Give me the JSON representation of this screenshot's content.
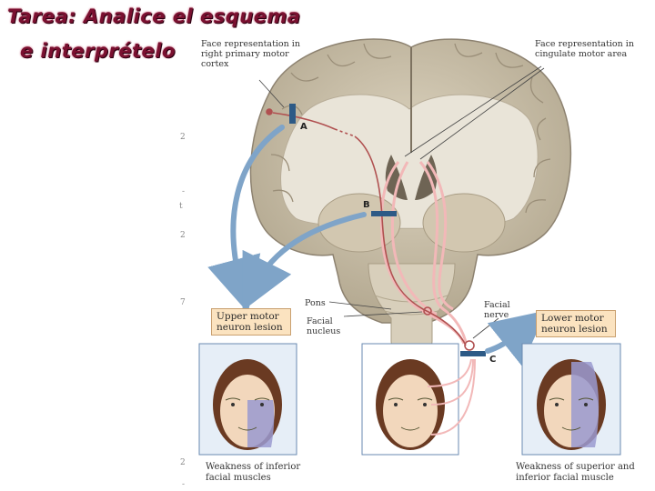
{
  "title": {
    "line1": "Tarea: Analice el esquema",
    "line2": "e interprételo"
  },
  "labels": {
    "face_primary_motor": "Face representation in right primary motor cortex",
    "face_cingulate": "Face representation in cingulate motor area",
    "pons": "Pons",
    "facial_nucleus": "Facial nucleus",
    "facial_nerve": "Facial nerve"
  },
  "lesion_sites": {
    "a": "A",
    "b": "B",
    "c": "C"
  },
  "boxes": {
    "upper": "Upper motor neuron lesion",
    "lower": "Lower motor neuron lesion"
  },
  "captions": {
    "left": "Weakness of inferior facial muscles",
    "right": "Weakness of superior and inferior facial muscle"
  },
  "edge_marks": [
    "2",
    "-",
    "t",
    "2",
    "7",
    "2",
    "-"
  ],
  "colors": {
    "title": "#7a1030",
    "pathway": "#b05050",
    "pathway_light": "#f2b8b8",
    "arrow": "#7fa4c8",
    "lesion_bar": "#2d5a86",
    "weak_face": "#9a9ad0",
    "box": "#fbe3c0"
  }
}
